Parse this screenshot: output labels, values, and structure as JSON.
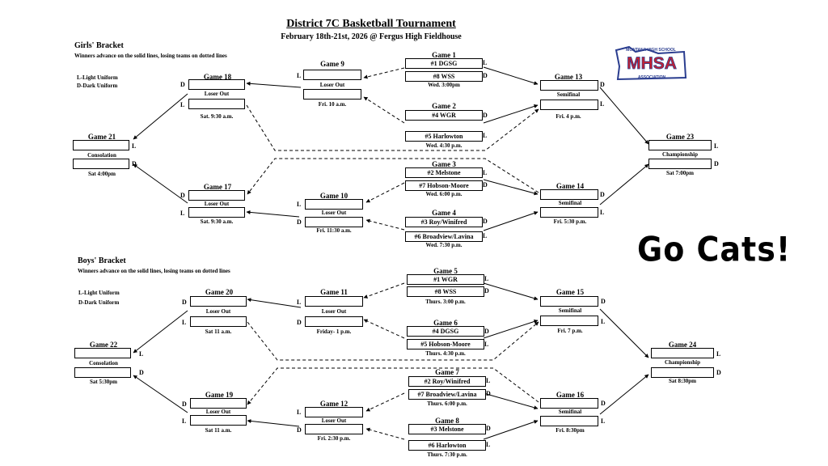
{
  "header": {
    "title": "District 7C Basketball Tournament",
    "subtitle": "February 18th-21st, 2026 @ Fergus High Fieldhouse"
  },
  "logo": {
    "arc_text": "MONTANA HIGH SCHOOL",
    "main_text": "MHSA",
    "bottom_text": "ASSOCIATION",
    "accent": "#c8202f",
    "brand": "#2a3d8f"
  },
  "tagline": "Go Cats!",
  "girls": {
    "heading": "Girls' Bracket",
    "note": "Winners advance on the solid lines, losing teams on dotted lines",
    "legend_light": "L-Light Uniform",
    "legend_dark": "D-Dark Uniform",
    "g1": {
      "label": "Game 1",
      "top": "#1  DGSG",
      "bottom": "#8 WSS",
      "time": "Wed. 3:00pm"
    },
    "g2": {
      "label": "Game 2",
      "top": "#4 WGR",
      "bottom": "#5 Harlowton",
      "time": "Wed. 4:30 p.m."
    },
    "g3": {
      "label": "Game 3",
      "top": "#2 Melstone",
      "bottom": "#7 Hobson-Moore",
      "time": "Wed. 6:00 p.m."
    },
    "g4": {
      "label": "Game 4",
      "top": "#3 Roy/Winifred",
      "bottom": "#6 Broadview/Lavina",
      "time": "Wed. 7:30 p.m."
    },
    "g9": {
      "label": "Game 9",
      "tag": "Loser Out",
      "time": "Fri. 10 a.m."
    },
    "g10": {
      "label": "Game 10",
      "tag": "Loser Out",
      "time": "Fri. 11:30 a.m."
    },
    "g13": {
      "label": "Game 13",
      "tag": "Semifinal",
      "time": "Fri. 4 p.m."
    },
    "g14": {
      "label": "Game 14",
      "tag": "Semifinal",
      "time": "Fri. 5:30 p.m."
    },
    "g17": {
      "label": "Game 17",
      "tag": "Loser Out",
      "time": "Sat. 9:30 a.m."
    },
    "g18": {
      "label": "Game 18",
      "tag": "Loser Out",
      "time": "Sat. 9:30 a.m."
    },
    "g21": {
      "label": "Game 21",
      "tag": "Consolation",
      "time": "Sat 4:00pm"
    },
    "g23": {
      "label": "Game 23",
      "tag": "Championship",
      "time": "Sat 7:00pm"
    }
  },
  "boys": {
    "heading": "Boys' Bracket",
    "note": "Winners advance on the solid lines, losing teams on dotted lines",
    "legend_light": "L-Light Uniform",
    "legend_dark": "D-Dark Uniform",
    "g5": {
      "label": "Game 5",
      "top": "#1 WGR",
      "bottom": "#8 WSS",
      "time": "Thurs. 3:00 p.m."
    },
    "g6": {
      "label": "Game 6",
      "top": "#4 DGSG",
      "bottom": "#5 Hobson-Moore",
      "time": "Thurs. 4:30 p.m."
    },
    "g7": {
      "label": "Game 7",
      "top": "#2 Roy/Winifred",
      "bottom": "#7 Broadview/Lavina",
      "time": "Thurs. 6:00 p.m."
    },
    "g8": {
      "label": "Game 8",
      "top": "#3 Melstone",
      "bottom": "#6 Harlowton",
      "time": "Thurs. 7:30 p.m."
    },
    "g11": {
      "label": "Game 11",
      "tag": "Loser Out",
      "time": "Friday- 1 p.m."
    },
    "g12": {
      "label": "Game 12",
      "tag": "Loser Out",
      "time": "Fri. 2:30 p.m."
    },
    "g15": {
      "label": "Game 15",
      "tag": "Semifinal",
      "time": "Fri. 7 p.m."
    },
    "g16": {
      "label": "Game 16",
      "tag": "Semifinal",
      "time": "Fri. 8:30pm"
    },
    "g19": {
      "label": "Game 19",
      "tag": "Loser Out",
      "time": "Sat 11 a.m."
    },
    "g20": {
      "label": "Game 20",
      "tag": "Loser Out",
      "time": "Sat  11 a.m."
    },
    "g22": {
      "label": "Game 22",
      "tag": "Consolation",
      "time": "Sat 5:30pm"
    },
    "g24": {
      "label": "Game 24",
      "tag": "Championship",
      "time": "Sat 8:30pm"
    }
  },
  "slot": {
    "light": "L",
    "dark": "D"
  }
}
